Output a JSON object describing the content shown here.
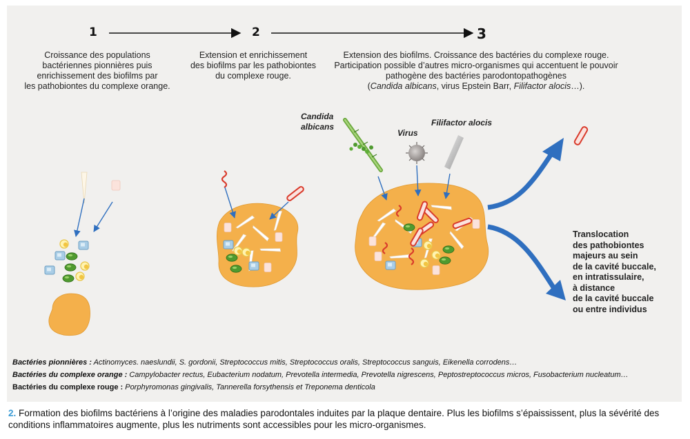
{
  "steps": {
    "s1": {
      "number": "1",
      "lines": [
        "Croissance des populations",
        "bactériennes pionnières puis",
        "enrichissement des biofilms par",
        "les pathobiontes du complexe orange."
      ]
    },
    "s2": {
      "number": "2",
      "lines": [
        "Extension et enrichissement",
        "des biofilms par les pathobiontes",
        "du complexe rouge."
      ]
    },
    "s3": {
      "number": "3",
      "lines": [
        "Extension des biofilms. Croissance des bactéries du complexe rouge.",
        "Participation possible d’autres micro-organismes qui accentuent le pouvoir",
        "pathogène des bactéries parodontopathogènes"
      ],
      "paren_open": "(",
      "paren_italic_1": "Candida albicans",
      "paren_mid": ", virus Epstein Barr, ",
      "paren_italic_2": "Filifactor alocis",
      "paren_close": "…)."
    }
  },
  "organisms": {
    "candida_line1": "Candida",
    "candida_line2": "albicans",
    "virus": "Virus",
    "filifactor": "Filifactor alocis"
  },
  "translocation_lines": [
    "Translocation",
    "des pathobiontes",
    "majeurs au sein",
    "de la cavité buccale,",
    "en intratissulaire,",
    "à distance",
    "de la cavité buccale",
    "ou entre individus"
  ],
  "legend": {
    "pioneer_label": "Bactéries pionnières :",
    "pioneer_list": " Actinomyces. naeslundii, S. gordonii, Streptococcus mitis, Streptococcus oralis, Streptococcus sanguis, Eikenella corrodens…",
    "orange_label": "Bactéries du complexe orange :",
    "orange_list": " Campylobacter rectus, Eubacterium nodatum, Prevotella intermedia, Prevotella nigrescens, Peptostreptococcus micros, Fusobacterium nucleatum…",
    "red_label": "Bactéries du complexe rouge :",
    "red_list": "  Porphyromonas gingivalis, Tannerella forsythensis et Treponema denticola"
  },
  "caption": {
    "number": "2.",
    "text": " Formation des biofilms bactériens à l’origine des maladies parodontales induites par la plaque dentaire. Plus les biofilms s’épaississent, plus la sévérité des conditions inflammatoires augmente, plus les nutriments sont accessibles pour les micro-organismes."
  },
  "colors": {
    "panel": "#f1f0ee",
    "biofilm": "#f4b04b",
    "blue_arrow": "#2f6fbf",
    "red_bacteria": "#d93a2b",
    "green_bacteria": "#4f9a2f",
    "caption_number": "#3a9bd5"
  }
}
